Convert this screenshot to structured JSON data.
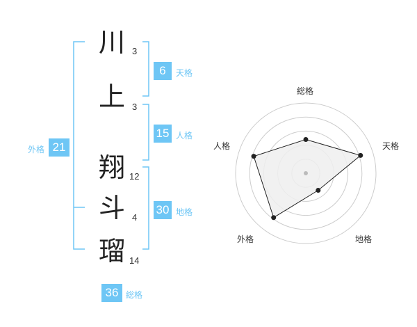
{
  "name": {
    "chars": [
      {
        "char": "川",
        "strokes": "3"
      },
      {
        "char": "上",
        "strokes": "3"
      },
      {
        "char": "翔",
        "strokes": "12"
      },
      {
        "char": "斗",
        "strokes": "4"
      },
      {
        "char": "瑠",
        "strokes": "14"
      }
    ]
  },
  "fortunes": {
    "tenkaku": {
      "label": "天格",
      "value": "6"
    },
    "jinkaku": {
      "label": "人格",
      "value": "15"
    },
    "chikaku": {
      "label": "地格",
      "value": "30"
    },
    "gaikaku": {
      "label": "外格",
      "value": "21"
    },
    "soukaku": {
      "label": "総格",
      "value": "36"
    }
  },
  "radar": {
    "labels": {
      "top": "総格",
      "right": "天格",
      "bottom_right": "地格",
      "bottom_left": "外格",
      "left": "人格"
    },
    "levels": 5,
    "values": [
      2.4,
      4.1,
      1.5,
      3.9,
      3.9
    ],
    "colors": {
      "ring": "#cccccc",
      "fill": "#eeeeee",
      "line": "#222222",
      "center": "#bbbbbb"
    }
  },
  "accent_color": "#6ec6f5"
}
